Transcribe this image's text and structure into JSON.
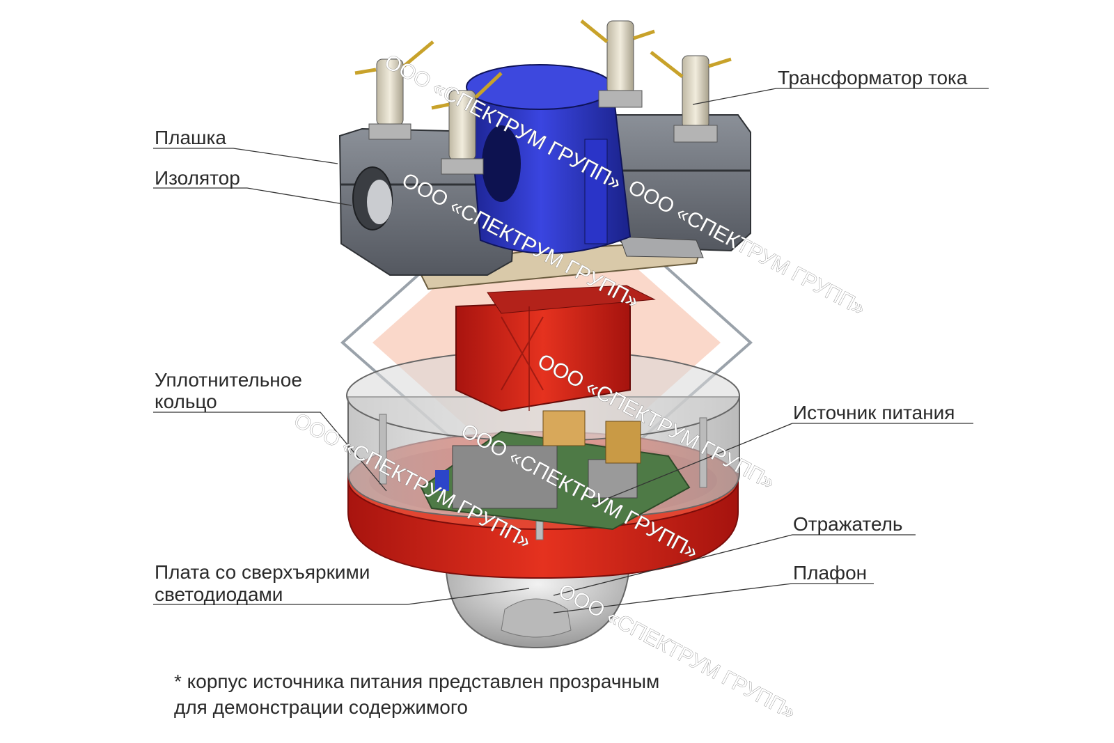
{
  "labels": {
    "transformer": "Трансформатор тока",
    "clamp": "Плашка",
    "insulator": "Изолятор",
    "seal_ring_line1": "Уплотнительное",
    "seal_ring_line2": "кольцо",
    "power_supply": "Источник питания",
    "reflector": "Отражатель",
    "led_board_line1": "Плата со сверхъяркими",
    "led_board_line2": "светодиодами",
    "shade": "Плафон"
  },
  "note": {
    "line1": "* корпус источника питания представлен прозрачным",
    "line2": "для демонстрации содержимого"
  },
  "watermark": {
    "text": "ООО «СПЕКТРУМ ГРУПП»"
  },
  "colors": {
    "transformer_blue": "#2a34c8",
    "clamp_gray": "#6f737b",
    "red_housing": "#d8231b",
    "pin_beige": "#ddd6c2",
    "label_line": "#333333"
  }
}
